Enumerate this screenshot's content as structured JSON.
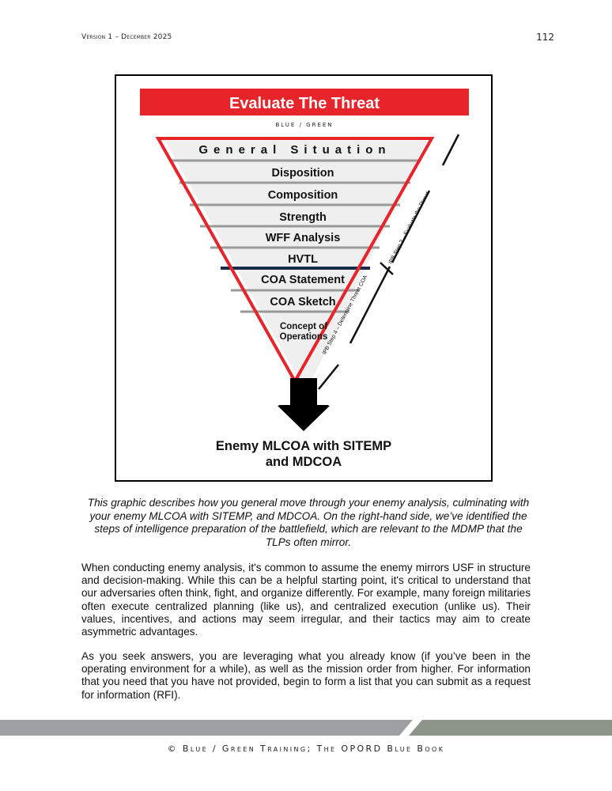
{
  "header": {
    "left": "Version 1 – December 2025",
    "page_number": "112"
  },
  "figure": {
    "title": "Evaluate The Threat",
    "subtitle": "BLUE / GREEN",
    "layers": [
      "General Situation",
      "Disposition",
      "Composition",
      "Strength",
      "WFF Analysis",
      "HVTL",
      "COA Statement",
      "COA Sketch"
    ],
    "bottom_layer_line1": "Concept of",
    "bottom_layer_line2": "Operations",
    "side_label_step3": "IPB Step 3 – Evaluate the Threat",
    "side_label_step4": "IPB Step 4 – Determine Threat COA",
    "result_line1": "Enemy MLCOA with SITEMP",
    "result_line2": "and MDCOA",
    "colors": {
      "red": "#e8242b",
      "gray": "#9a9a9a",
      "navy": "#1a2a4a"
    }
  },
  "caption": "This graphic describes how you general move through your enemy analysis, culminating with your enemy MLCOA with SITEMP, and MDCOA. On the right-hand side, we’ve identified the steps of intelligence preparation of the battlefield, which are relevant to the MDMP that the TLPs often mirror.",
  "paragraphs": [
    "When conducting enemy analysis, it's common to assume the enemy mirrors USF in structure and decision-making. While this can be a helpful starting point, it's critical to understand that our adversaries often think, fight, and organize differently. For example, many foreign militaries often execute centralized planning (like us), and centralized execution (unlike us). Their values, incentives, and actions may seem irregular, and their tactics may aim to create asymmetric advantages.",
    "As you seek answers, you are leveraging what you already know (if you’ve been in the operating environment for a while), as well as the mission order from higher. For information that you need that you have not provided, begin to form a list that you can submit as a request for information (RFI)."
  ],
  "footer": {
    "text": "© Blue / Green Training; The OPORD Blue Book",
    "band_colors": [
      "#9e9fa3",
      "#8d958a"
    ]
  }
}
